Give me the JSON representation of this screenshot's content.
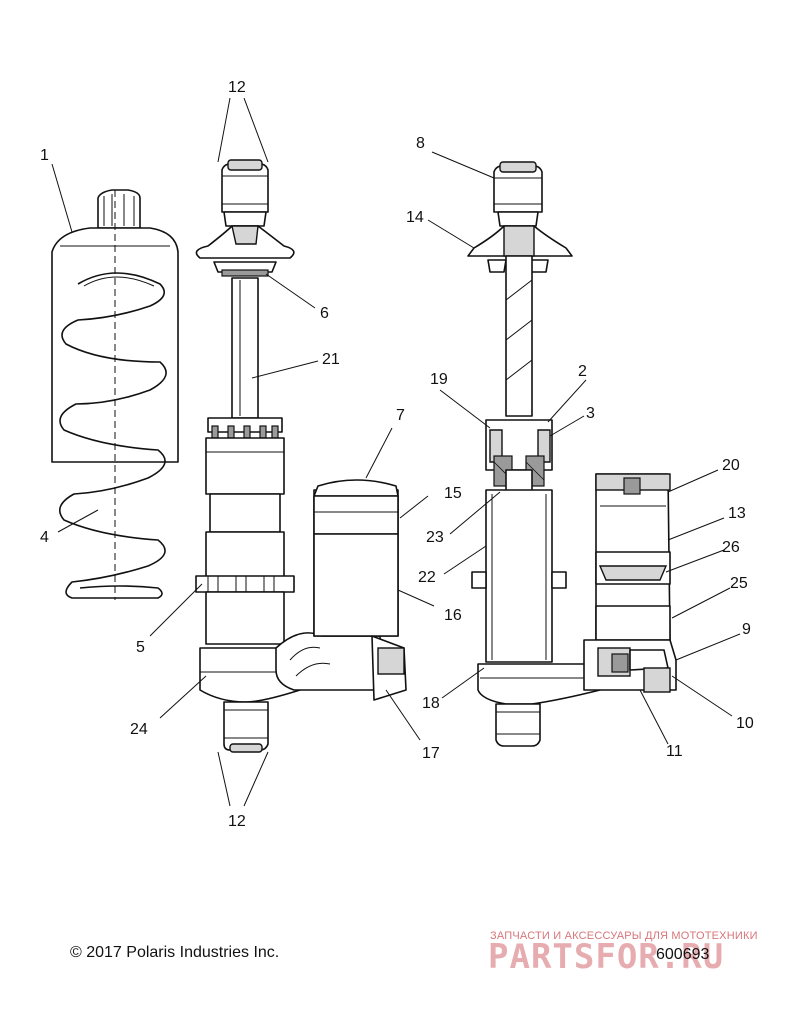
{
  "diagram": {
    "callouts": [
      {
        "id": "c1",
        "label": "1"
      },
      {
        "id": "c2",
        "label": "2"
      },
      {
        "id": "c3",
        "label": "3"
      },
      {
        "id": "c4",
        "label": "4"
      },
      {
        "id": "c5",
        "label": "5"
      },
      {
        "id": "c6",
        "label": "6"
      },
      {
        "id": "c7",
        "label": "7"
      },
      {
        "id": "c8",
        "label": "8"
      },
      {
        "id": "c9",
        "label": "9"
      },
      {
        "id": "c10",
        "label": "10"
      },
      {
        "id": "c11",
        "label": "11"
      },
      {
        "id": "c12a",
        "label": "12"
      },
      {
        "id": "c12b",
        "label": "12"
      },
      {
        "id": "c13",
        "label": "13"
      },
      {
        "id": "c14",
        "label": "14"
      },
      {
        "id": "c15",
        "label": "15"
      },
      {
        "id": "c16",
        "label": "16"
      },
      {
        "id": "c17",
        "label": "17"
      },
      {
        "id": "c18",
        "label": "18"
      },
      {
        "id": "c19",
        "label": "19"
      },
      {
        "id": "c20",
        "label": "20"
      },
      {
        "id": "c21",
        "label": "21"
      },
      {
        "id": "c22",
        "label": "22"
      },
      {
        "id": "c23",
        "label": "23"
      },
      {
        "id": "c24",
        "label": "24"
      },
      {
        "id": "c25",
        "label": "25"
      },
      {
        "id": "c26",
        "label": "26"
      }
    ]
  },
  "footer": {
    "copyright": "© 2017 Polaris Industries Inc.",
    "drawing_number": "600693"
  },
  "watermark": {
    "tagline": "ЗАПЧАСТИ И АКСЕССУАРЫ ДЛЯ МОТОТЕХНИКИ",
    "logo": "PARTSFOR.RU",
    "color": "#c9484f"
  },
  "colors": {
    "line": "#111111",
    "shade": "#d6d6d6",
    "background": "#ffffff"
  }
}
